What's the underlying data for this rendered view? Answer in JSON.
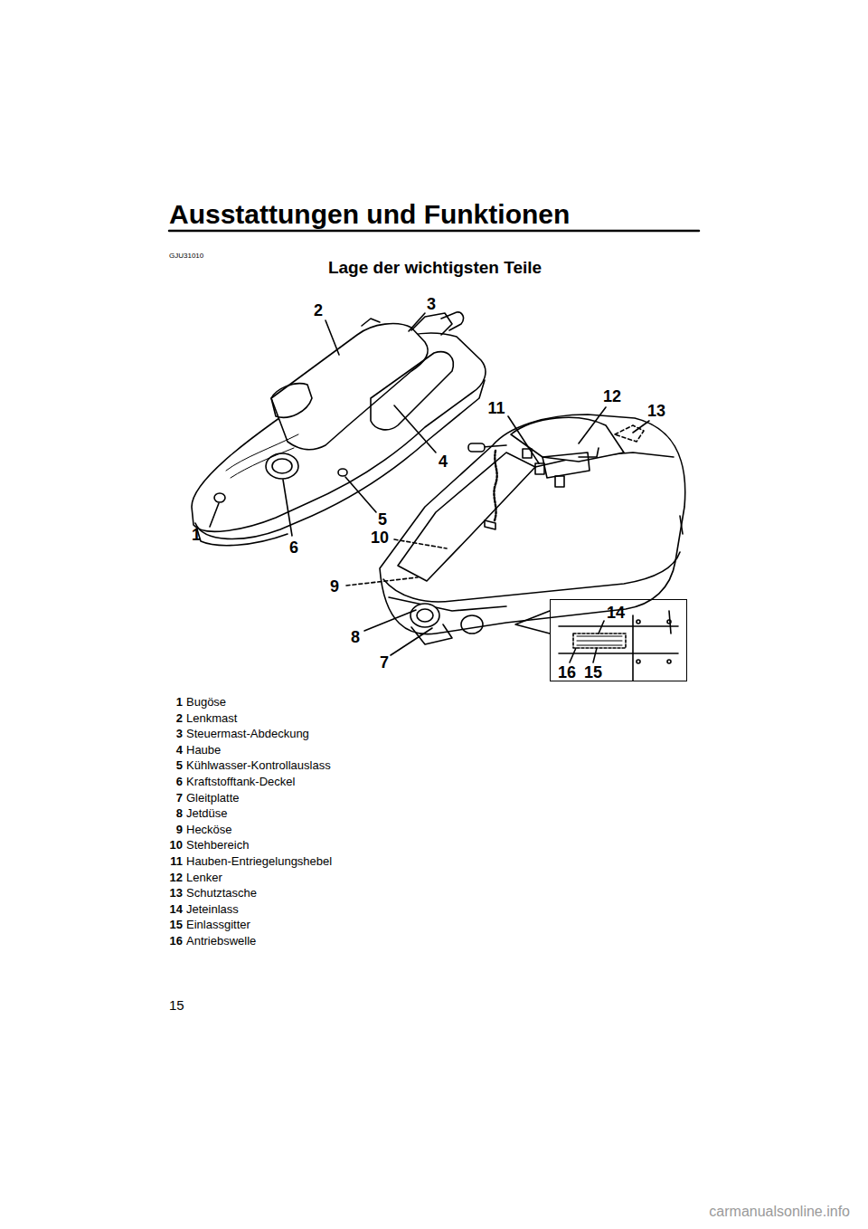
{
  "diagram": {
    "title": "Ausstattungen und Funktionen",
    "nodes": [
      {
        "text": [
          "14",
          "16",
          "15"
        ]
      }
    ],
    "labels": [
      "GJU31010",
      "Lage der wichtigsten Teile",
      "1",
      "2",
      "3",
      "4",
      "5",
      "6",
      "7",
      "8",
      "9",
      "10",
      "11",
      "12",
      "13",
      "1",
      "Bugöse",
      "2",
      "Lenkmast",
      "3",
      "Steuermast-Abdeckung",
      "4",
      "Haube",
      "5",
      "Kühlwasser-Kontrollauslass",
      "6",
      "Kraftstofftank-Deckel",
      "7",
      "Gleitplatte",
      "8",
      "Jetdüse",
      "9",
      "Hecköse",
      "10",
      "Stehbereich",
      "11",
      "Hauben-Entriegelungshebel",
      "12",
      "Lenker",
      "13",
      "Schutztasche",
      "14",
      "Jeteinlass",
      "15",
      "Einlassgitter",
      "16",
      "Antriebswelle",
      "15",
      "carmanualsonline.info"
    ]
  }
}
